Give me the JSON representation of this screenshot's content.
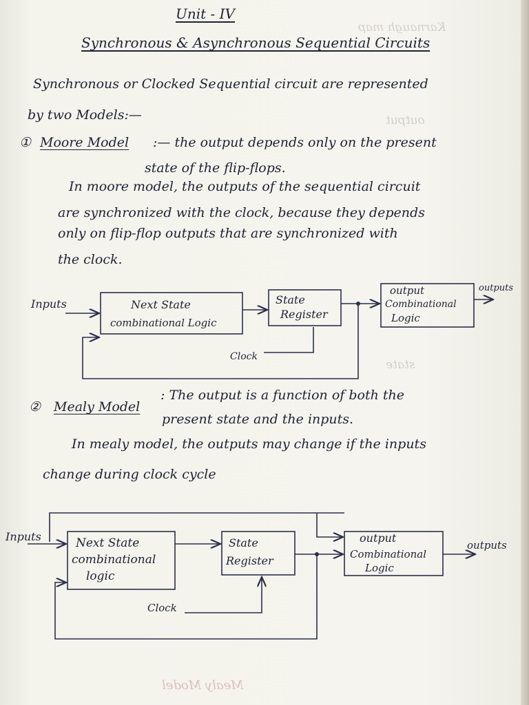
{
  "heading": {
    "unit": "Unit - IV",
    "title": "Synchronous & Asynchronous Sequential Circuits"
  },
  "intro": {
    "line1": "Synchronous or Clocked Sequential circuit are represented",
    "line2": "by two Models:—"
  },
  "moore": {
    "number": "①",
    "name": "Moore Model",
    "def_line1": ":— the output depends only on the present",
    "def_line2": "state of the flip-flops.",
    "para": [
      "In moore model, the outputs of the sequential circuit",
      "are synchronized with the clock, because they depends",
      "only on flip-flop outputs that are synchronized with",
      "the clock."
    ],
    "diagram": {
      "input_label": "Inputs",
      "output_label": "outputs",
      "clock_label": "Clock",
      "box1": [
        "Next State",
        "combinational Logic"
      ],
      "box2": [
        "State",
        "Register"
      ],
      "box3": [
        "output",
        "Combinational",
        "Logic"
      ]
    }
  },
  "mealy": {
    "number": "②",
    "name": "Mealy Model",
    "def_line1": ": The output is a function of both the",
    "def_line2": "present state and the inputs.",
    "para": [
      "In mealy model, the outputs may change if the inputs",
      "change during clock cycle"
    ],
    "diagram": {
      "input_label": "Inputs",
      "output_label": "outputs",
      "clock_label": "Clock",
      "box1": [
        "Next State",
        "combinational",
        "logic"
      ],
      "box2": [
        "State",
        "Register"
      ],
      "box3": [
        "output",
        "Combinational",
        "Logic"
      ]
    }
  },
  "bleed_through": {
    "bottom": "Mealy Model"
  }
}
